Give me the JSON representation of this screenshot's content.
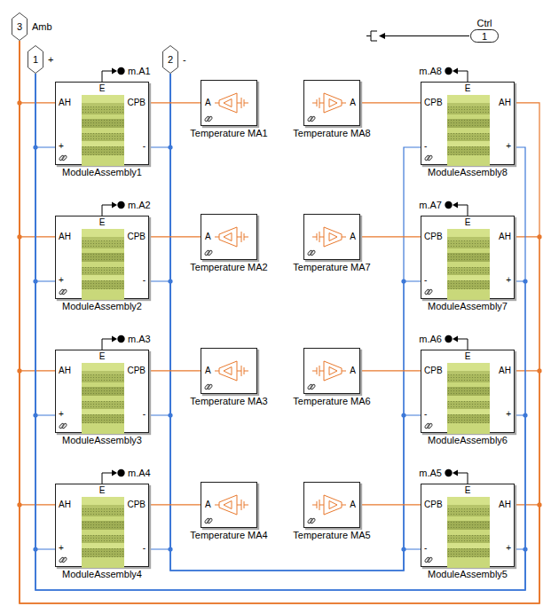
{
  "diagram": {
    "nodes": [
      {
        "text": [
          "3",
          "Amb"
        ]
      },
      {
        "text": [
          "1",
          "+"
        ]
      },
      {
        "text": [
          "2",
          "-"
        ]
      },
      {
        "text": [
          "1",
          "Ctrl"
        ]
      },
      {
        "text": [
          "AH",
          "CPB",
          "+",
          "-",
          "E",
          "ModuleAssembly1"
        ]
      },
      {
        "text": [
          "A",
          "Temperature MA1"
        ]
      },
      {
        "text": [
          "A",
          "Temperature MA8"
        ]
      },
      {
        "text": [
          "CPB",
          "AH",
          "-",
          "+",
          "E",
          "ModuleAssembly8"
        ]
      },
      {
        "text": [
          "AH",
          "CPB",
          "+",
          "-",
          "E",
          "ModuleAssembly2"
        ]
      },
      {
        "text": [
          "A",
          "Temperature MA2"
        ]
      },
      {
        "text": [
          "A",
          "Temperature MA7"
        ]
      },
      {
        "text": [
          "CPB",
          "AH",
          "-",
          "+",
          "E",
          "ModuleAssembly7"
        ]
      },
      {
        "text": [
          "AH",
          "CPB",
          "+",
          "-",
          "E",
          "ModuleAssembly3"
        ]
      },
      {
        "text": [
          "A",
          "Temperature MA3"
        ]
      },
      {
        "text": [
          "A",
          "Temperature MA6"
        ]
      },
      {
        "text": [
          "CPB",
          "AH",
          "-",
          "+",
          "E",
          "ModuleAssembly6"
        ]
      },
      {
        "text": [
          "AH",
          "CPB",
          "+",
          "-",
          "E",
          "ModuleAssembly4"
        ]
      },
      {
        "text": [
          "A",
          "Temperature MA4"
        ]
      },
      {
        "text": [
          "A",
          "Temperature MA5"
        ]
      },
      {
        "text": [
          "CPB",
          "AH",
          "-",
          "+",
          "E",
          "ModuleAssembly5"
        ]
      }
    ],
    "edges": [
      {
        "from": 0,
        "to": 4,
        "arrow": "none"
      },
      {
        "from": 0,
        "to": 8,
        "arrow": "none"
      },
      {
        "from": 0,
        "to": 12,
        "arrow": "none"
      },
      {
        "from": 0,
        "to": 16,
        "arrow": "none"
      },
      {
        "from": 0,
        "to": 7,
        "arrow": "none"
      },
      {
        "from": 0,
        "to": 11,
        "arrow": "none"
      },
      {
        "from": 0,
        "to": 15,
        "arrow": "none"
      },
      {
        "from": 0,
        "to": 19,
        "arrow": "none"
      },
      {
        "from": 1,
        "to": 4,
        "arrow": "none"
      },
      {
        "from": 1,
        "to": 8,
        "arrow": "none"
      },
      {
        "from": 1,
        "to": 12,
        "arrow": "none"
      },
      {
        "from": 1,
        "to": 16,
        "arrow": "none"
      },
      {
        "from": 1,
        "to": 7,
        "arrow": "none"
      },
      {
        "from": 1,
        "to": 11,
        "arrow": "none"
      },
      {
        "from": 1,
        "to": 15,
        "arrow": "none"
      },
      {
        "from": 1,
        "to": 19,
        "arrow": "none"
      },
      {
        "from": 2,
        "to": 4,
        "arrow": "none"
      },
      {
        "from": 2,
        "to": 8,
        "arrow": "none"
      },
      {
        "from": 2,
        "to": 12,
        "arrow": "none"
      },
      {
        "from": 2,
        "to": 16,
        "arrow": "none"
      },
      {
        "from": 2,
        "to": 7,
        "arrow": "none"
      },
      {
        "from": 2,
        "to": 11,
        "arrow": "none"
      },
      {
        "from": 2,
        "to": 15,
        "arrow": "none"
      },
      {
        "from": 2,
        "to": 19,
        "arrow": "none"
      },
      {
        "from": 4,
        "to": 5,
        "arrow": "none"
      },
      {
        "from": 7,
        "to": 6,
        "arrow": "none"
      },
      {
        "from": 8,
        "to": 9,
        "arrow": "none"
      },
      {
        "from": 11,
        "to": 10,
        "arrow": "none"
      },
      {
        "from": 12,
        "to": 13,
        "arrow": "none"
      },
      {
        "from": 15,
        "to": 14,
        "arrow": "none"
      },
      {
        "from": 16,
        "to": 17,
        "arrow": "none"
      },
      {
        "from": 19,
        "to": 18,
        "arrow": "none"
      }
    ],
    "labels": [
      "m.A1",
      "m.A2",
      "m.A3",
      "m.A4",
      "m.A5",
      "m.A6",
      "m.A7",
      "m.A8"
    ]
  }
}
